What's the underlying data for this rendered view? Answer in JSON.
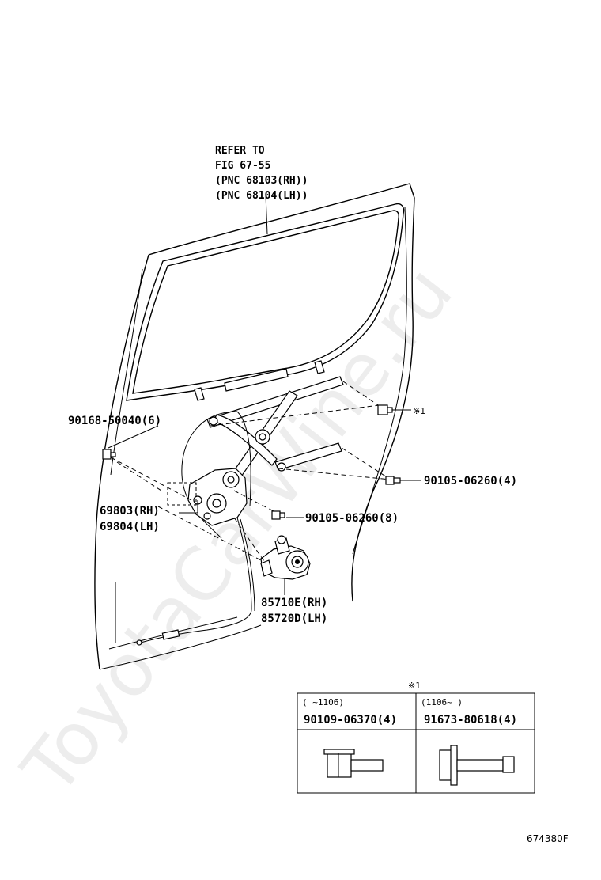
{
  "watermark": "ToyotaCarWine.ru",
  "figure_number": "674380F",
  "reference": {
    "line1": "REFER TO",
    "line2": "FIG 67-55",
    "line3": "(PNC 68103(RH))",
    "line4": "(PNC 68104(LH))"
  },
  "callouts": {
    "bolt_left": "90168-50040(6)",
    "regulator_rh": "69803(RH)",
    "regulator_lh": "69804(LH)",
    "bolt_center": "90105-06260(8)",
    "bolt_right": "90105-06260(4)",
    "note_marker": "※1",
    "motor_rh": "85710E(RH)",
    "motor_lh": "85720D(LH)"
  },
  "note_table": {
    "title": "※1",
    "col1_range": "(    ~1106)",
    "col2_range": "(1106~    )",
    "col1_part": "90109-06370(4)",
    "col2_part": "91673-80618(4)"
  }
}
